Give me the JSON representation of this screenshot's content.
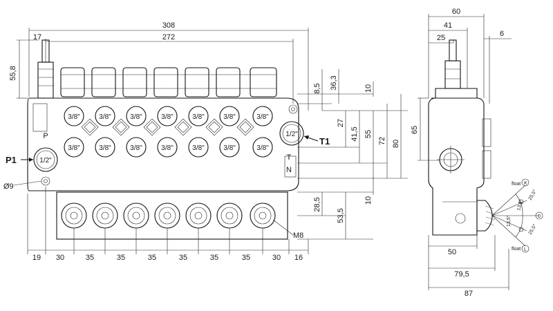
{
  "colors": {
    "line": "#111111",
    "background": "#ffffff"
  },
  "front_view": {
    "overall_dims": {
      "width_total": "308",
      "width_between": "272",
      "inlet_offset": "17",
      "inlet_height": "55,8"
    },
    "bottom_dims": [
      "19",
      "30",
      "35",
      "35",
      "35",
      "35",
      "35",
      "35",
      "30",
      "16"
    ],
    "right_dims": {
      "d8_5": "8,5",
      "d36_3": "36,3",
      "d10_top": "10",
      "d27": "27",
      "d41_5": "41,5",
      "d55": "55",
      "d72": "72",
      "d80": "80",
      "d10_bot": "10",
      "d28_5": "28,5",
      "d53_5": "53,5"
    },
    "ports": {
      "work_port": "3/8\"",
      "inlet_label": "P1",
      "inlet_size": "1/2\"",
      "inlet_letter": "P",
      "outlet_label": "T1",
      "outlet_size": "1/2\"",
      "outlet_letters": [
        "T",
        "N"
      ]
    },
    "mount_hole": "Ø9",
    "thread": "M8"
  },
  "side_view": {
    "top_dims": {
      "d60": "60",
      "d41": "41",
      "d25": "25",
      "d6": "6"
    },
    "height_dim": "65",
    "bottom_dims": {
      "d50": "50",
      "d79_5": "79,5",
      "d87": "87"
    },
    "lever": {
      "float_k": "float",
      "float_l": "float",
      "k": "K",
      "l": "L",
      "o": "0",
      "a1": "25,5°",
      "a2": "25,5°",
      "a3": "13,5°",
      "a4": "13,5°"
    }
  }
}
